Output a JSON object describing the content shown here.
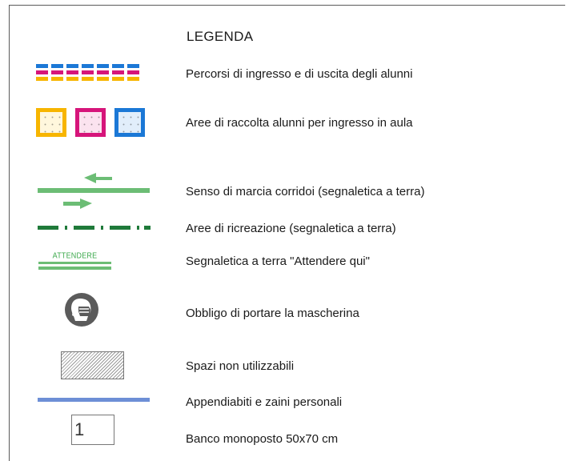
{
  "legend": {
    "title": "LEGENDA",
    "items": [
      {
        "id": "percorsi",
        "label": "Percorsi di ingresso e di uscita degli alunni"
      },
      {
        "id": "aree-raccolta",
        "label": "Aree di raccolta alunni per ingresso in aula"
      },
      {
        "id": "senso-marcia",
        "label": "Senso di marcia corridoi (segnaletica a terra)"
      },
      {
        "id": "aree-ricreazione",
        "label": "Aree di ricreazione (segnaletica a terra)"
      },
      {
        "id": "attendere",
        "label": "Segnaletica a terra \"Attendere qui\""
      },
      {
        "id": "mascherina",
        "label": "Obbligo di portare la mascherina"
      },
      {
        "id": "spazi",
        "label": "Spazi non utilizzabili"
      },
      {
        "id": "appendiabiti",
        "label": "Appendiabiti e zaini personali"
      },
      {
        "id": "banco",
        "label": "Banco monoposto 50x70 cm"
      }
    ],
    "symbols": {
      "attendere_text": "ATTENDERE",
      "desk_number": "1"
    }
  },
  "colors": {
    "yellow": "#f7b500",
    "magenta": "#d6157a",
    "blue": "#1b78d6",
    "green": "#6cbd75",
    "dark_green": "#1f7a3a",
    "slate_blue": "#6d8fd6",
    "icon_gray": "#5b5b5b"
  }
}
